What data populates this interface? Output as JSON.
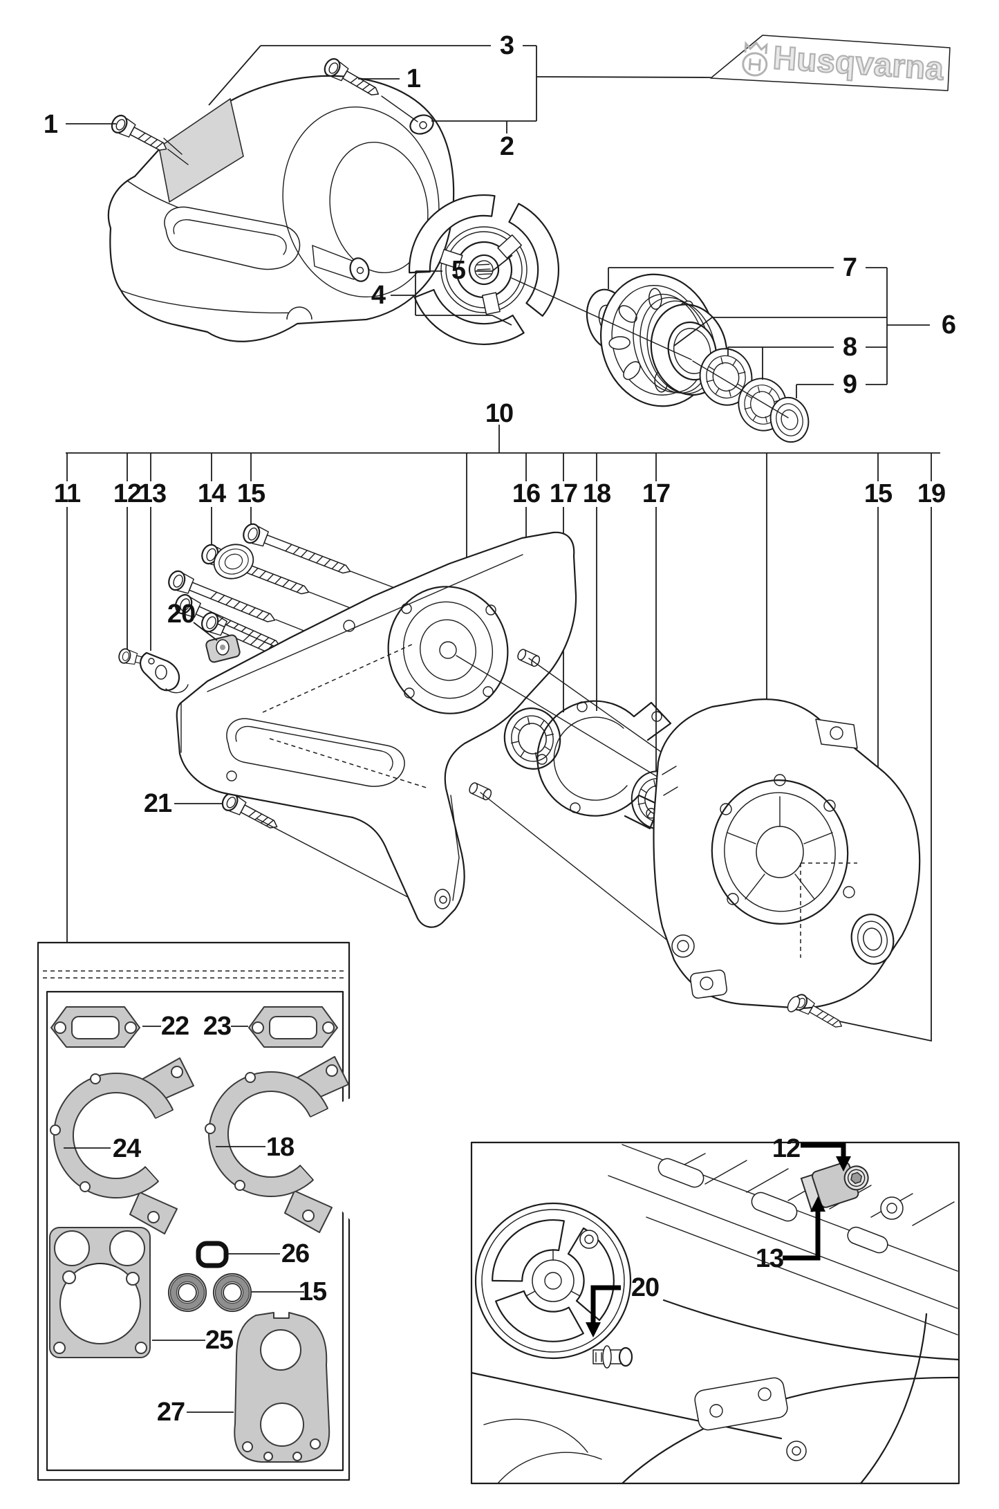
{
  "brand": {
    "logo_text": "Husqvarna"
  },
  "diagram": {
    "kind": "exploded-parts-diagram",
    "groups": {
      "main_assembly_bracket": "10",
      "gasket_kit_bag_items": [
        "22",
        "23",
        "24",
        "18",
        "26",
        "15",
        "25",
        "27"
      ],
      "inset_detail_items": [
        "12",
        "13",
        "20"
      ],
      "drum_sub_assembly_bracket": "6"
    }
  },
  "colors": {
    "line": "#1c1c1c",
    "gasket_fill": "#c9c9c9",
    "sticker_fill": "#d6d6d6",
    "logo_gray": "#b2b2b2",
    "arrow_black": "#000000",
    "background": "#ffffff"
  },
  "callouts": [
    {
      "id": "main-1-left",
      "label": "1"
    },
    {
      "id": "main-1-top",
      "label": "1"
    },
    {
      "id": "main-3",
      "label": "3"
    },
    {
      "id": "main-2",
      "label": "2"
    },
    {
      "id": "main-4",
      "label": "4"
    },
    {
      "id": "main-5",
      "label": "5"
    },
    {
      "id": "main-7",
      "label": "7"
    },
    {
      "id": "main-6",
      "label": "6"
    },
    {
      "id": "main-8",
      "label": "8"
    },
    {
      "id": "main-9",
      "label": "9"
    },
    {
      "id": "main-10",
      "label": "10"
    },
    {
      "id": "main-11",
      "label": "11"
    },
    {
      "id": "main-12",
      "label": "12"
    },
    {
      "id": "main-13",
      "label": "13"
    },
    {
      "id": "main-14",
      "label": "14"
    },
    {
      "id": "main-15a",
      "label": "15"
    },
    {
      "id": "main-16",
      "label": "16"
    },
    {
      "id": "main-17a",
      "label": "17"
    },
    {
      "id": "main-18a",
      "label": "18"
    },
    {
      "id": "main-17b",
      "label": "17"
    },
    {
      "id": "main-15b",
      "label": "15"
    },
    {
      "id": "main-19",
      "label": "19"
    },
    {
      "id": "main-20",
      "label": "20"
    },
    {
      "id": "main-21",
      "label": "21"
    },
    {
      "id": "kit-22",
      "label": "22"
    },
    {
      "id": "kit-23",
      "label": "23"
    },
    {
      "id": "kit-24",
      "label": "24"
    },
    {
      "id": "kit-18",
      "label": "18"
    },
    {
      "id": "kit-26",
      "label": "26"
    },
    {
      "id": "kit-15",
      "label": "15"
    },
    {
      "id": "kit-25",
      "label": "25"
    },
    {
      "id": "kit-27",
      "label": "27"
    },
    {
      "id": "inset-12",
      "label": "12"
    },
    {
      "id": "inset-13",
      "label": "13"
    },
    {
      "id": "inset-20",
      "label": "20"
    }
  ]
}
